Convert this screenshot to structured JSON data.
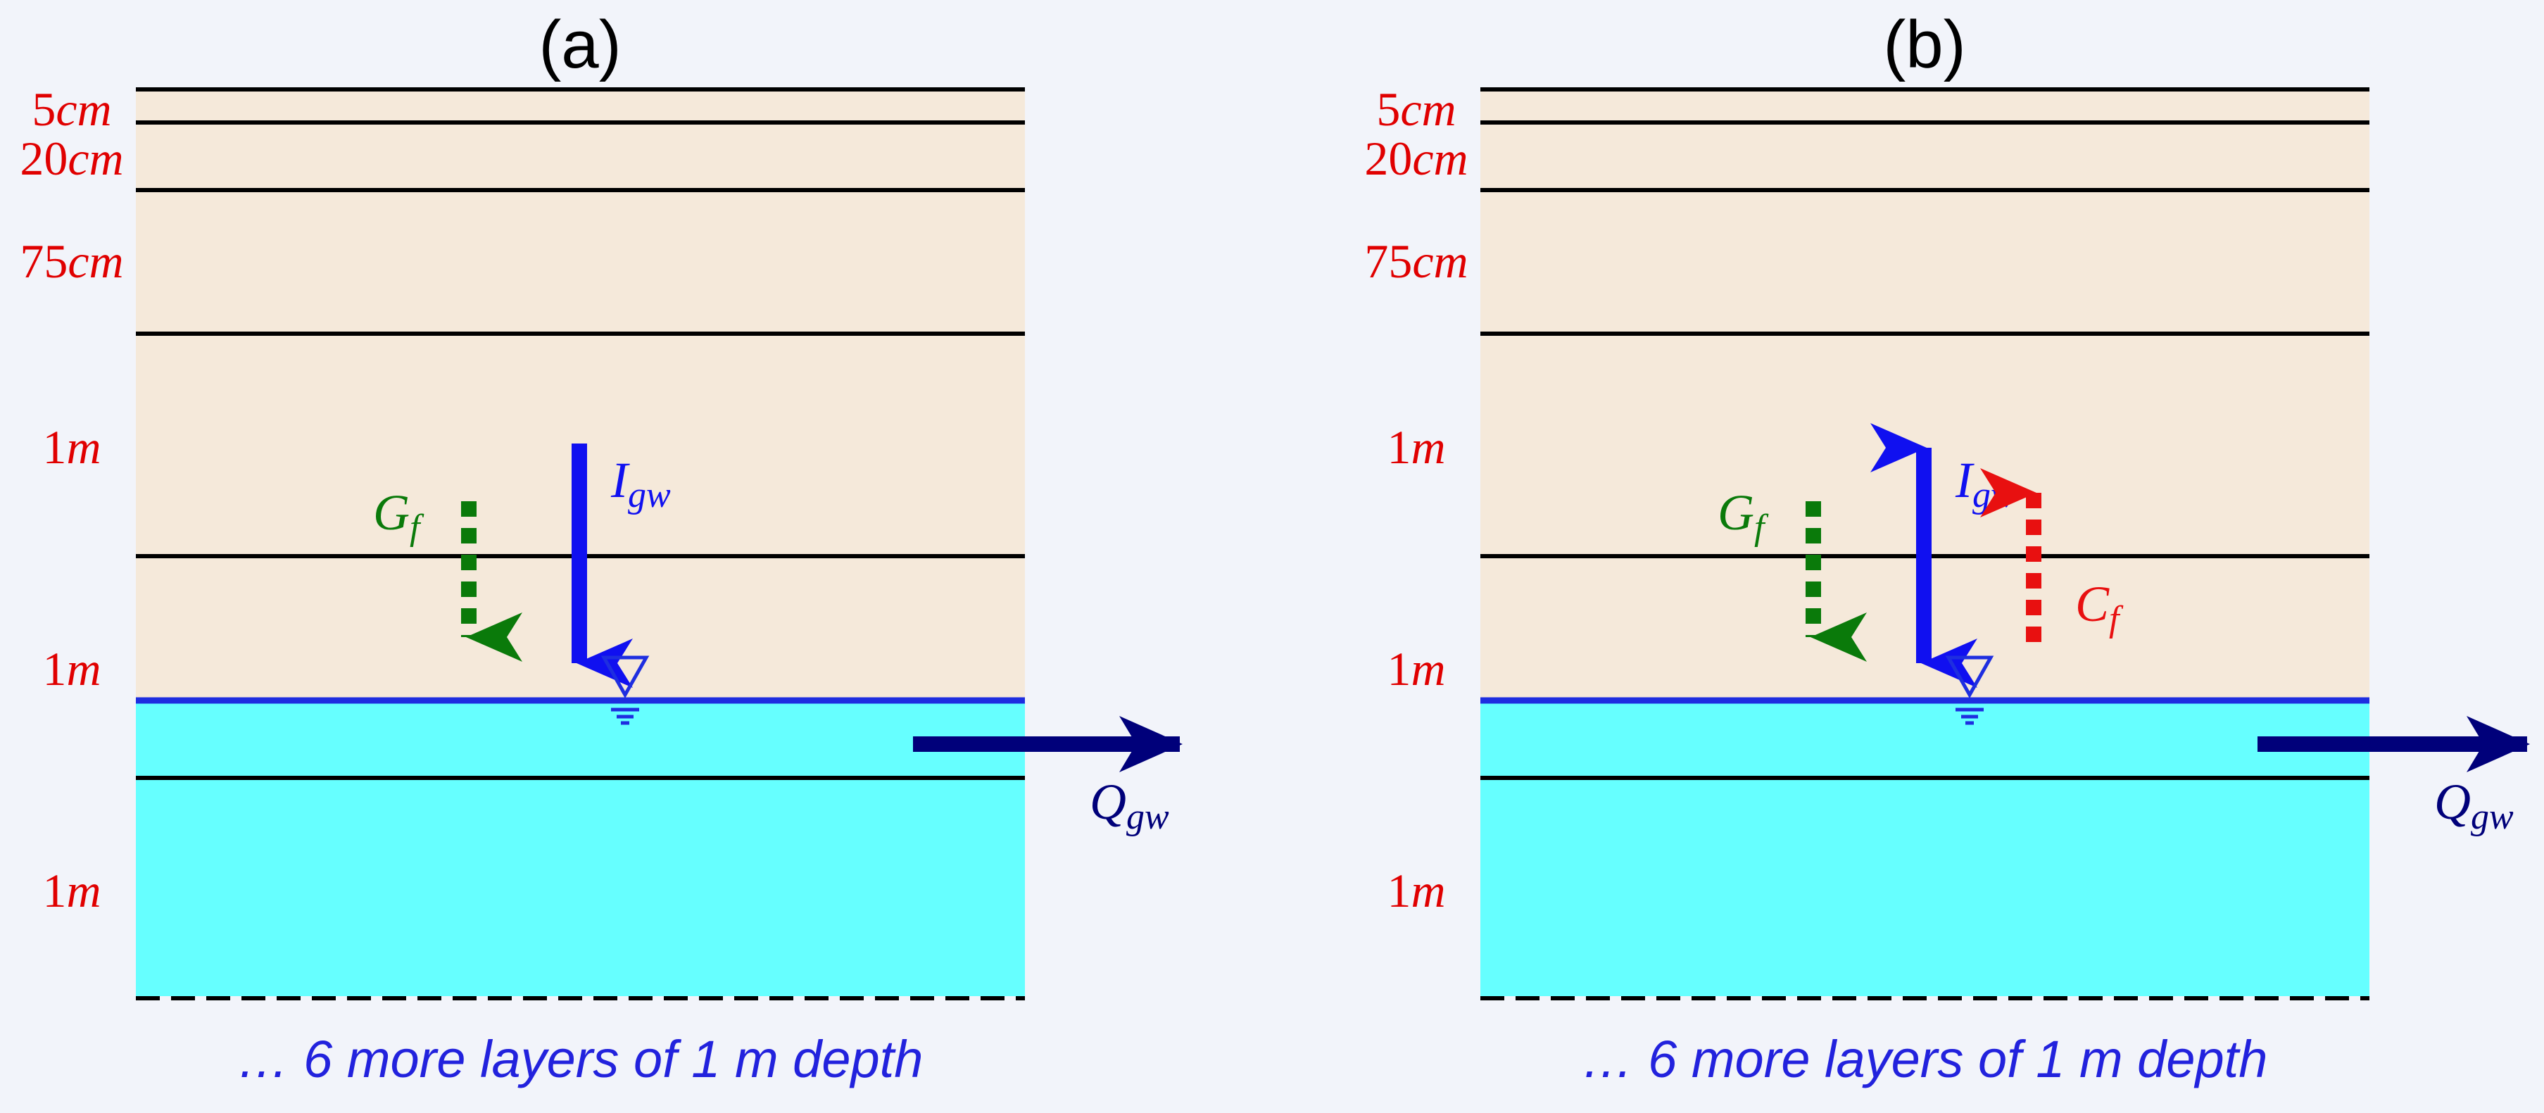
{
  "colors": {
    "soil": "#f5e9da",
    "groundwater": "#66ffff",
    "layer_line": "#000000",
    "water_table": "#1e2ee0",
    "label_red": "#e00000",
    "gf_green": "#0a7a0a",
    "igw_blue": "#1010f0",
    "cf_red": "#e81010",
    "qgw_navy": "#00007a",
    "note_blue": "#2222dd"
  },
  "icons": {
    "water_table_marker": "inverted-triangle-with-ripples"
  },
  "layer_labels": [
    {
      "value": "5",
      "unit": "cm"
    },
    {
      "value": "20",
      "unit": "cm"
    },
    {
      "value": "75",
      "unit": "cm"
    },
    {
      "value": "1",
      "unit": "m"
    },
    {
      "value": "1",
      "unit": "m"
    },
    {
      "value": "1",
      "unit": "m"
    }
  ],
  "fluxes": {
    "gf": {
      "symbol": "G",
      "sub": "f"
    },
    "igw": {
      "symbol": "I",
      "sub": "gw"
    },
    "cf": {
      "symbol": "C",
      "sub": "f"
    },
    "qgw": {
      "symbol": "Q",
      "sub": "gw"
    }
  },
  "panels": [
    {
      "title": "(a)",
      "igw_direction": "down",
      "has_cf": false,
      "footer": "… 6 more layers of 1 m depth"
    },
    {
      "title": "(b)",
      "igw_direction": "both",
      "has_cf": true,
      "footer": "… 6 more layers of 1 m depth"
    }
  ]
}
